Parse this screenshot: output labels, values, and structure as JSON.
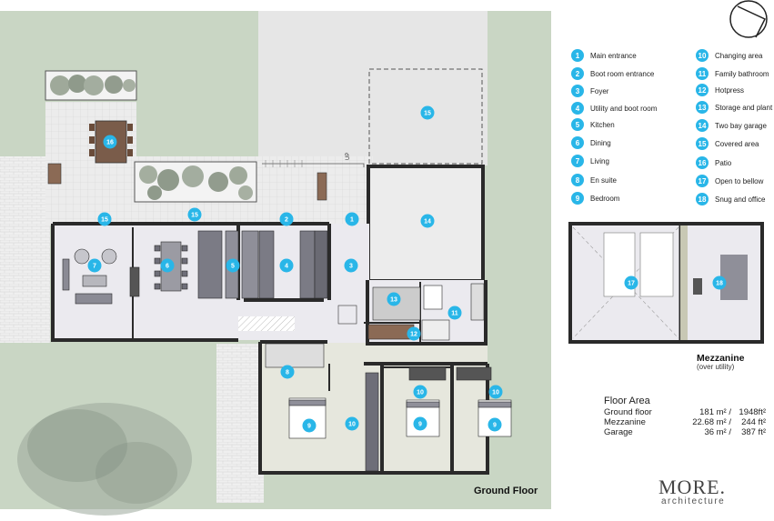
{
  "legend": {
    "left_column": [
      {
        "num": "1",
        "label": "Main entrance"
      },
      {
        "num": "2",
        "label": "Boot room entrance"
      },
      {
        "num": "3",
        "label": "Foyer"
      },
      {
        "num": "4",
        "label": "Utility and boot room"
      },
      {
        "num": "5",
        "label": "Kitchen"
      },
      {
        "num": "6",
        "label": "Dining"
      },
      {
        "num": "7",
        "label": "Living"
      },
      {
        "num": "8",
        "label": "En suite"
      },
      {
        "num": "9",
        "label": "Bedroom"
      }
    ],
    "right_column": [
      {
        "num": "10",
        "label": "Changing area"
      },
      {
        "num": "11",
        "label": "Family bathroom"
      },
      {
        "num": "12",
        "label": "Hotpress"
      },
      {
        "num": "13",
        "label": "Storage and plant"
      },
      {
        "num": "14",
        "label": "Two bay garage"
      },
      {
        "num": "15",
        "label": "Covered area"
      },
      {
        "num": "16",
        "label": "Patio"
      },
      {
        "num": "17",
        "label": "Open to bellow"
      },
      {
        "num": "18",
        "label": "Snug and office"
      }
    ]
  },
  "plan_markers": [
    "1",
    "2",
    "3",
    "4",
    "5",
    "6",
    "7",
    "8",
    "9",
    "10",
    "11",
    "12",
    "13",
    "14",
    "15",
    "16",
    "17",
    "18"
  ],
  "plan_text": {
    "up": "UP"
  },
  "ground_floor_label": "Ground Floor",
  "mezzanine": {
    "title": "Mezzanine",
    "subtitle": "(over utility)"
  },
  "floor_area": {
    "title": "Floor Area",
    "rows": [
      {
        "name": "Ground floor",
        "m2": "181 m² /",
        "ft2": "1948ft²"
      },
      {
        "name": "Mezzanine",
        "m2": "22.68 m² /",
        "ft2": "244 ft²"
      },
      {
        "name": "Garage",
        "m2": "36 m² /",
        "ft2": "387 ft²"
      }
    ]
  },
  "brand": {
    "name": "MORE.",
    "sub": "architecture"
  },
  "colors": {
    "marker": "#29b6e8",
    "wall": "#2a2a2a",
    "grass": "#c9d6c4",
    "paving": "#ececec",
    "interior": "#ebeaef",
    "bedroom_floor": "#e6e7dd"
  }
}
